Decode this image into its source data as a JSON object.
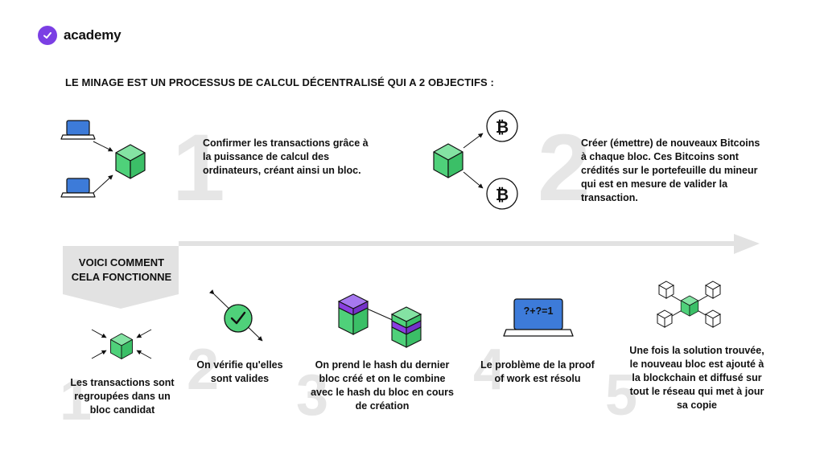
{
  "brand": {
    "name": "academy",
    "accent": "#7b3fe4"
  },
  "headline": "LE MINAGE EST UN PROCESSUS DE CALCUL DÉCENTRALISÉ QUI A 2 OBJECTIFS :",
  "objectives": [
    {
      "number": "1",
      "text": "Confirmer les transactions grâce à la puissance de calcul des ordinateurs, créant ainsi un bloc."
    },
    {
      "number": "2",
      "text": "Créer (émettre) de nouveaux Bitcoins à chaque bloc. Ces Bitcoins sont crédités sur le portefeuille du mineur qui est en mesure de valider la transaction."
    }
  ],
  "how_it_works": "VOICI COMMENT CELA FONCTIONNE",
  "steps": [
    {
      "number": "1",
      "text": "Les transactions sont regroupées dans un bloc candidat"
    },
    {
      "number": "2",
      "text": "On vérifie qu'elles sont valides"
    },
    {
      "number": "3",
      "text": "On prend le hash du dernier bloc créé et on le combine avec le hash du bloc en cours de création"
    },
    {
      "number": "4",
      "text": "Le problème de la proof of work est résolu"
    },
    {
      "number": "5",
      "text": "Une fois la solution trouvée, le nouveau bloc est ajouté à la blockchain et diffusé sur tout le réseau qui met à jour sa copie"
    }
  ],
  "equation": "?+?=1",
  "colors": {
    "green": "#4fd17a",
    "purple": "#8a3fe0",
    "blue": "#3d7bd9",
    "grey_number": "#e6e6e6",
    "arrow_grey": "#e2e2e2"
  },
  "icons": [
    "laptop-icon",
    "cube-icon",
    "bitcoin-icon",
    "check-icon",
    "network-icon"
  ]
}
